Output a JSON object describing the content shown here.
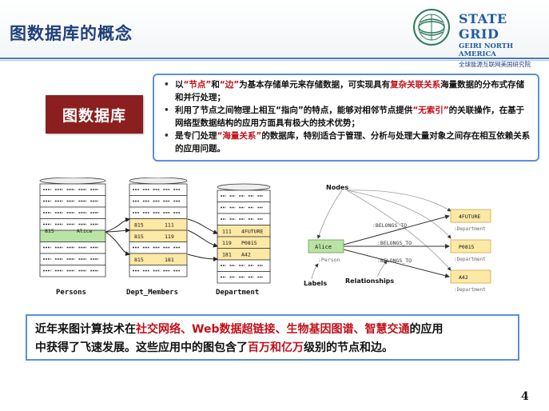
{
  "header": {
    "title": "图数据库的概念",
    "brand_line1": "STATE GRID",
    "brand_line2": "GEIRI NORTH AMERICA",
    "brand_line3": "全球能源互联网美国研究院"
  },
  "tag": {
    "label": "图数据库"
  },
  "bullets": [
    {
      "parts": [
        {
          "t": "以"
        },
        {
          "t": "“节点”",
          "red": true
        },
        {
          "t": "和"
        },
        {
          "t": "“边”",
          "red": true
        },
        {
          "t": "为基本存储单元来存储数据，可实现具有"
        },
        {
          "t": "复杂关联关系",
          "red": true
        },
        {
          "t": "海量数据的分布式存储和并行处理；"
        }
      ]
    },
    {
      "parts": [
        {
          "t": "利用了节点之间物理上相互“指向”的特点，能够对相邻节点提供"
        },
        {
          "t": "“无索引”",
          "red": true
        },
        {
          "t": "的关联操作，在基于网络型数据结构的应用方面具有极大的技术优势；"
        }
      ]
    },
    {
      "parts": [
        {
          "t": "是专门处理"
        },
        {
          "t": "“海量关系”",
          "red": true
        },
        {
          "t": "的数据库，特别适合于管理、分析与处理大量对象之间存在相互依赖关系的应用问题。"
        }
      ]
    }
  ],
  "tables_figure": {
    "captions": [
      "Persons",
      "Dept_Members",
      "Department"
    ],
    "persons_row": {
      "id": "815",
      "name": "Alice"
    },
    "members_rows": [
      [
        "815",
        "111"
      ],
      [
        "815",
        "119"
      ],
      [
        "815",
        "181"
      ]
    ],
    "dept_rows": [
      [
        "111",
        "4FUTURE"
      ],
      [
        "119",
        "P0815"
      ],
      [
        "181",
        "A42"
      ]
    ]
  },
  "graph_figure": {
    "nodes_label": "Nodes",
    "labels_label": "Labels",
    "relationships_label": "Relationships",
    "person_name": "Alice",
    "person_label": ":Person",
    "edge_label": ":BELONGS_TO",
    "departments": [
      "4FUTURE",
      "P0815",
      "A42"
    ],
    "dept_label": ":Department"
  },
  "bottom": {
    "line1": [
      {
        "t": "近年来图计算技术在"
      },
      {
        "t": "社交网络、Web数据超链接、生物基因图谱、智慧交通",
        "red": true
      },
      {
        "t": "的应用"
      }
    ],
    "line2": [
      {
        "t": "中获得了飞速发展。这些应用中的图包含了"
      },
      {
        "t": "百万和亿万",
        "red": true
      },
      {
        "t": "级别的节点和边。"
      }
    ]
  },
  "page_number": "4",
  "colors": {
    "title": "#1f3f78",
    "accent_red": "#c0101a",
    "tag_bg": "#8b1f1f",
    "border_blue": "#5b8fd6",
    "node_green": "#b9e4a4",
    "node_yellow": "#fde9a6"
  }
}
